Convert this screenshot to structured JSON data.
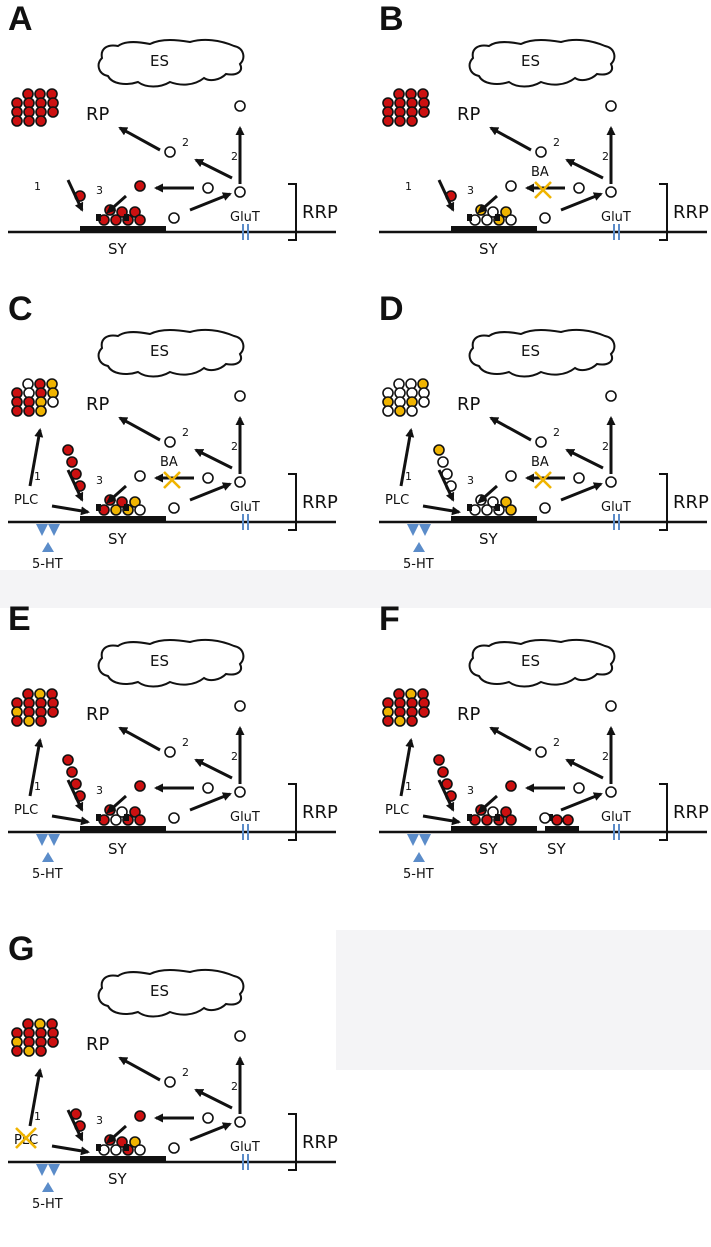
{
  "panels": [
    {
      "id": "A",
      "serotonin": false,
      "plc": false,
      "plc_blocked": false,
      "ba": false,
      "ba_blocked": false,
      "second_sy": false,
      "rp_colors": [
        "r",
        "r",
        "r",
        "r",
        "r",
        "r",
        "r",
        "r",
        "r",
        "r",
        "r",
        "r",
        "r",
        "r"
      ],
      "path1": [
        "r"
      ],
      "rrp_colors": [
        "r",
        "r",
        "r",
        "r",
        "r",
        "r",
        "r"
      ],
      "sy2_colors": [],
      "top_vesicle": "r"
    },
    {
      "id": "B",
      "serotonin": false,
      "plc": false,
      "plc_blocked": false,
      "ba": true,
      "ba_blocked": true,
      "second_sy": false,
      "rp_colors": [
        "r",
        "r",
        "r",
        "r",
        "r",
        "r",
        "r",
        "r",
        "r",
        "r",
        "r",
        "r",
        "r",
        "r"
      ],
      "path1": [
        "r"
      ],
      "rrp_colors": [
        "y",
        "w",
        "y",
        "w",
        "w",
        "y",
        "w"
      ],
      "sy2_colors": [],
      "top_vesicle": "w"
    },
    {
      "id": "C",
      "serotonin": true,
      "plc": true,
      "plc_blocked": false,
      "ba": true,
      "ba_blocked": true,
      "second_sy": false,
      "rp_colors": [
        "w",
        "r",
        "y",
        "r",
        "w",
        "r",
        "y",
        "r",
        "r",
        "y",
        "w",
        "r",
        "r",
        "y"
      ],
      "path1": [
        "r",
        "r",
        "r",
        "r"
      ],
      "rrp_colors": [
        "r",
        "r",
        "y",
        "r",
        "y",
        "y",
        "w"
      ],
      "sy2_colors": [],
      "top_vesicle": "w"
    },
    {
      "id": "D",
      "serotonin": true,
      "plc": true,
      "plc_blocked": false,
      "ba": true,
      "ba_blocked": true,
      "second_sy": false,
      "rp_colors": [
        "w",
        "w",
        "y",
        "w",
        "w",
        "w",
        "w",
        "y",
        "w",
        "y",
        "w",
        "w",
        "y",
        "w"
      ],
      "path1": [
        "y",
        "w",
        "w",
        "w"
      ],
      "rrp_colors": [
        "w",
        "w",
        "y",
        "w",
        "w",
        "w",
        "y"
      ],
      "sy2_colors": [],
      "top_vesicle": "w"
    },
    {
      "id": "E",
      "serotonin": true,
      "plc": true,
      "plc_blocked": false,
      "ba": false,
      "ba_blocked": false,
      "second_sy": false,
      "rp_colors": [
        "r",
        "y",
        "r",
        "r",
        "r",
        "r",
        "r",
        "y",
        "r",
        "r",
        "r",
        "r",
        "y",
        "r"
      ],
      "path1": [
        "r",
        "r",
        "r",
        "r"
      ],
      "rrp_colors": [
        "r",
        "w",
        "r",
        "r",
        "w",
        "r",
        "r"
      ],
      "sy2_colors": [],
      "top_vesicle": "r"
    },
    {
      "id": "F",
      "serotonin": true,
      "plc": true,
      "plc_blocked": false,
      "ba": false,
      "ba_blocked": false,
      "second_sy": true,
      "rp_colors": [
        "r",
        "y",
        "r",
        "r",
        "r",
        "r",
        "r",
        "y",
        "r",
        "r",
        "r",
        "r",
        "y",
        "r"
      ],
      "path1": [
        "r",
        "r",
        "r",
        "r"
      ],
      "rrp_colors": [
        "r",
        "w",
        "r",
        "r",
        "r",
        "r",
        "r"
      ],
      "sy2_colors": [
        "r",
        "r"
      ],
      "top_vesicle": "r"
    },
    {
      "id": "G",
      "serotonin": true,
      "plc": true,
      "plc_blocked": true,
      "ba": false,
      "ba_blocked": false,
      "second_sy": false,
      "rp_colors": [
        "r",
        "y",
        "r",
        "r",
        "r",
        "r",
        "r",
        "y",
        "r",
        "r",
        "r",
        "r",
        "y",
        "r"
      ],
      "path1": [
        "r",
        "r"
      ],
      "rrp_colors": [
        "r",
        "r",
        "y",
        "w",
        "w",
        "r",
        "w"
      ],
      "sy2_colors": [],
      "top_vesicle": "r"
    }
  ],
  "labels": {
    "es": "ES",
    "rp": "RP",
    "rrp": "RRP",
    "sy": "SY",
    "glut": "GluT",
    "ba": "BA",
    "plc": "PLC",
    "serotonin": "5-HT",
    "path_1": "1",
    "path_2": "2",
    "path_3": "3"
  },
  "colors": {
    "r": "#cc1010",
    "y": "#f0b400",
    "w": "#ffffff",
    "receptor": "#5b8cc9",
    "glut": "#5b8cc9",
    "block_x": "#f0b400"
  }
}
